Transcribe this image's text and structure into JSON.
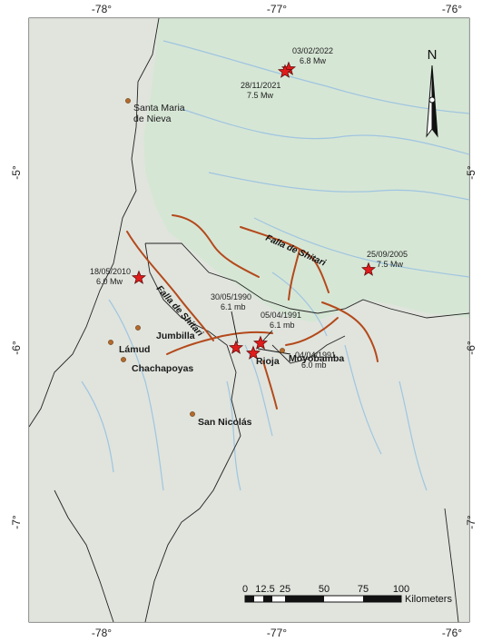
{
  "colors": {
    "background": "#e4ebde",
    "lowland": "#d3e5d4",
    "highland": "#dfe3dd",
    "river": "#9fc5e0",
    "fault": "#b4491b",
    "star": "#e01b1b",
    "town": "#b36a2c"
  },
  "graticule": {
    "top_labels": [
      "-78°",
      "-77°",
      "-76°"
    ],
    "bottom_labels": [
      "-78°",
      "-77°",
      "-76°"
    ],
    "left_labels": [
      "-5°",
      "-6°",
      "-7°"
    ],
    "right_labels": [
      "-5°",
      "-6°",
      "-7°"
    ]
  },
  "north_arrow": {
    "letter": "N",
    "icon": "north-arrow-icon"
  },
  "earthquakes": [
    {
      "id": "eq-2022",
      "date": "03/02/2022",
      "mag": "6.8 Mw",
      "icon": "star-icon"
    },
    {
      "id": "eq-2021",
      "date": "28/11/2021",
      "mag": "7.5 Mw",
      "icon": "star-icon"
    },
    {
      "id": "eq-2005",
      "date": "25/09/2005",
      "mag": "7.5 Mw",
      "icon": "star-icon"
    },
    {
      "id": "eq-2010",
      "date": "18/05/2010",
      "mag": "6.0 Mw",
      "icon": "star-icon"
    },
    {
      "id": "eq-1990",
      "date": "30/05/1990",
      "mag": "6.1 mb",
      "icon": "star-icon"
    },
    {
      "id": "eq-1991a",
      "date": "05/04/1991",
      "mag": "6.1 mb",
      "icon": "star-icon"
    },
    {
      "id": "eq-1991b",
      "date": "04/04/1991",
      "mag": "6.0 mb",
      "icon": "star-icon"
    }
  ],
  "towns": {
    "santa_maria_1": "Santa Maria",
    "santa_maria_2": "de Nieva",
    "jumbilla": "Jumbilla",
    "lamud": "Lámud",
    "chachapoyas": "Chachapoyas",
    "san_nicolas": "San Nicolás",
    "rioja": "Rioja",
    "moyobamba": "Moyobamba"
  },
  "faults": {
    "label_east": "Falla de Shitari",
    "label_west": "Falla de Shitari"
  },
  "scale_bar": {
    "ticks": [
      "0",
      "12.5",
      "25",
      "50",
      "75",
      "100"
    ],
    "unit": "Kilometers"
  }
}
